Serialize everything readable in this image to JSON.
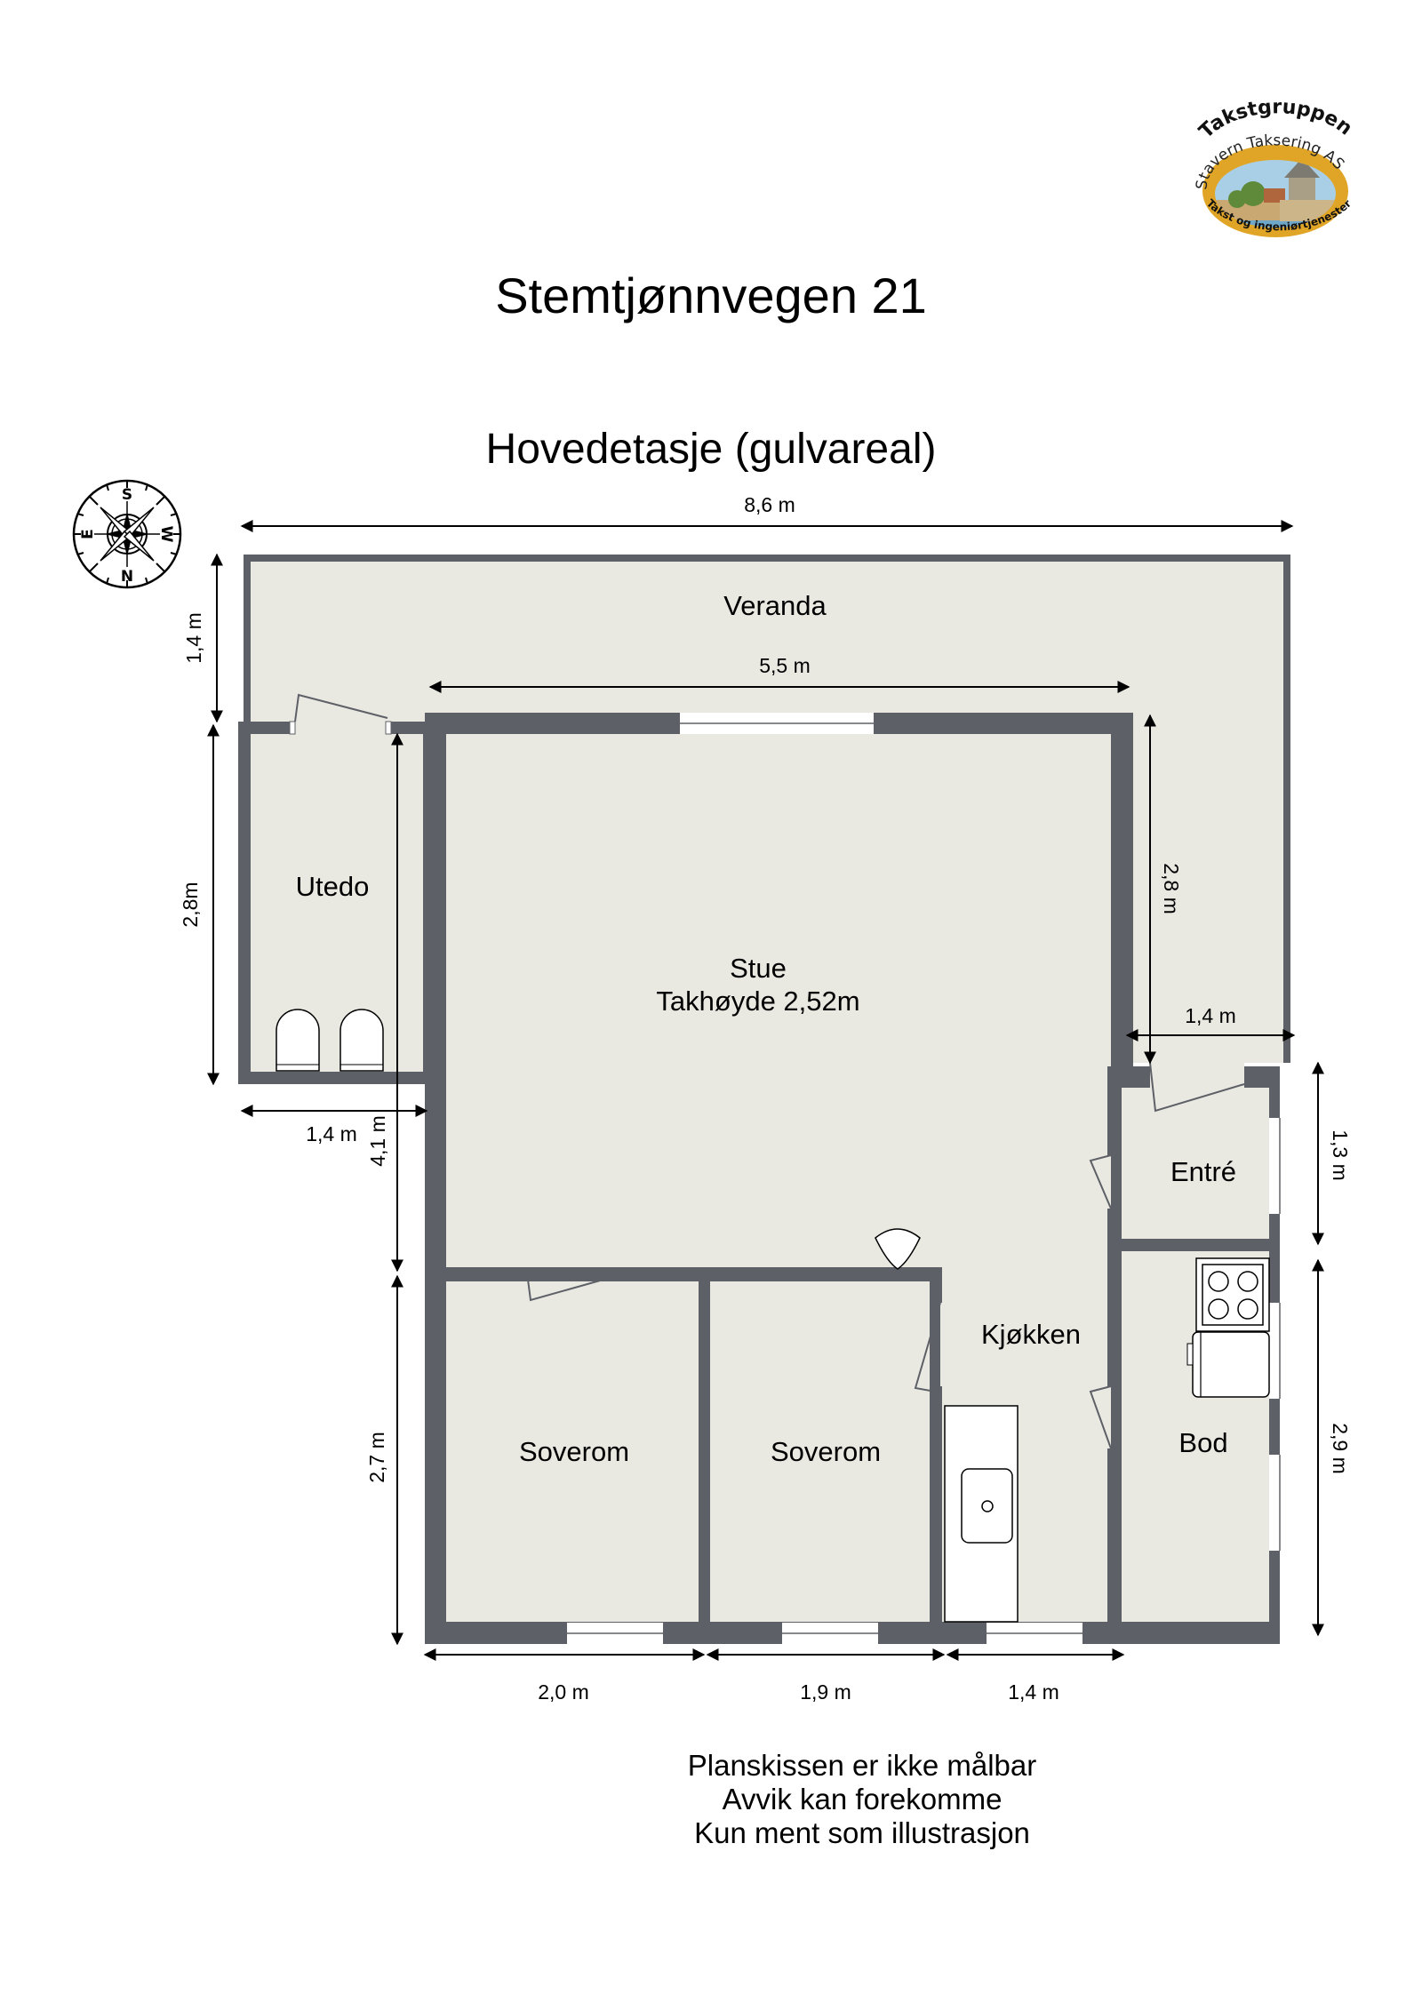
{
  "header": {
    "title": "Stemtjønnvegen 21",
    "subtitle": "Hovedetasje (gulvareal)"
  },
  "logo": {
    "top_text": "Takstgruppen",
    "middle_text": "Stavern Takseringas",
    "middle_text_display": "Stavern Taksering AS",
    "bottom_text": "Takst og ingeniørtjenester",
    "colors": {
      "ring": "#e0a526",
      "sky": "#a9cfe6",
      "ground": "#c9a872",
      "water": "#6fa7c8",
      "tree": "#5f8a3a"
    }
  },
  "compass": {
    "icon": "compass-rose-icon",
    "labels": {
      "top": "S",
      "bottom": "N",
      "left": "E",
      "right": "W"
    }
  },
  "rooms": [
    {
      "id": "veranda",
      "label": "Veranda"
    },
    {
      "id": "utedo",
      "label": "Utedo"
    },
    {
      "id": "stue",
      "label": "Stue",
      "sub": "Takhøyde 2,52m"
    },
    {
      "id": "entre",
      "label": "Entré"
    },
    {
      "id": "kjokken",
      "label": "Kjøkken"
    },
    {
      "id": "bod",
      "label": "Bod"
    },
    {
      "id": "soverom1",
      "label": "Soverom"
    },
    {
      "id": "soverom2",
      "label": "Soverom"
    }
  ],
  "dimensions": {
    "total_width": "8,6 m",
    "stue_width": "5,5 m",
    "veranda_depth_left": "1,4 m",
    "utedo_height": "2,8m",
    "utedo_width": "1,4 m",
    "stue_height": "4,1 m",
    "soverom_height": "2,7 m",
    "veranda_side_height": "2,8 m",
    "veranda_side_width": "1,4 m",
    "entre_height": "1,3 m",
    "bod_height": "2,9 m",
    "bottom_1": "2,0 m",
    "bottom_2": "1,9 m",
    "bottom_3": "1,4 m"
  },
  "footer": {
    "lines": [
      "Planskissen er ikke målbar",
      "Avvik kan forekomme",
      "Kun ment som illustrasjon"
    ]
  },
  "colors": {
    "wall": "#5d6066",
    "floor": "#e9e9e2",
    "window": "#ffffff",
    "background": "#ffffff"
  }
}
